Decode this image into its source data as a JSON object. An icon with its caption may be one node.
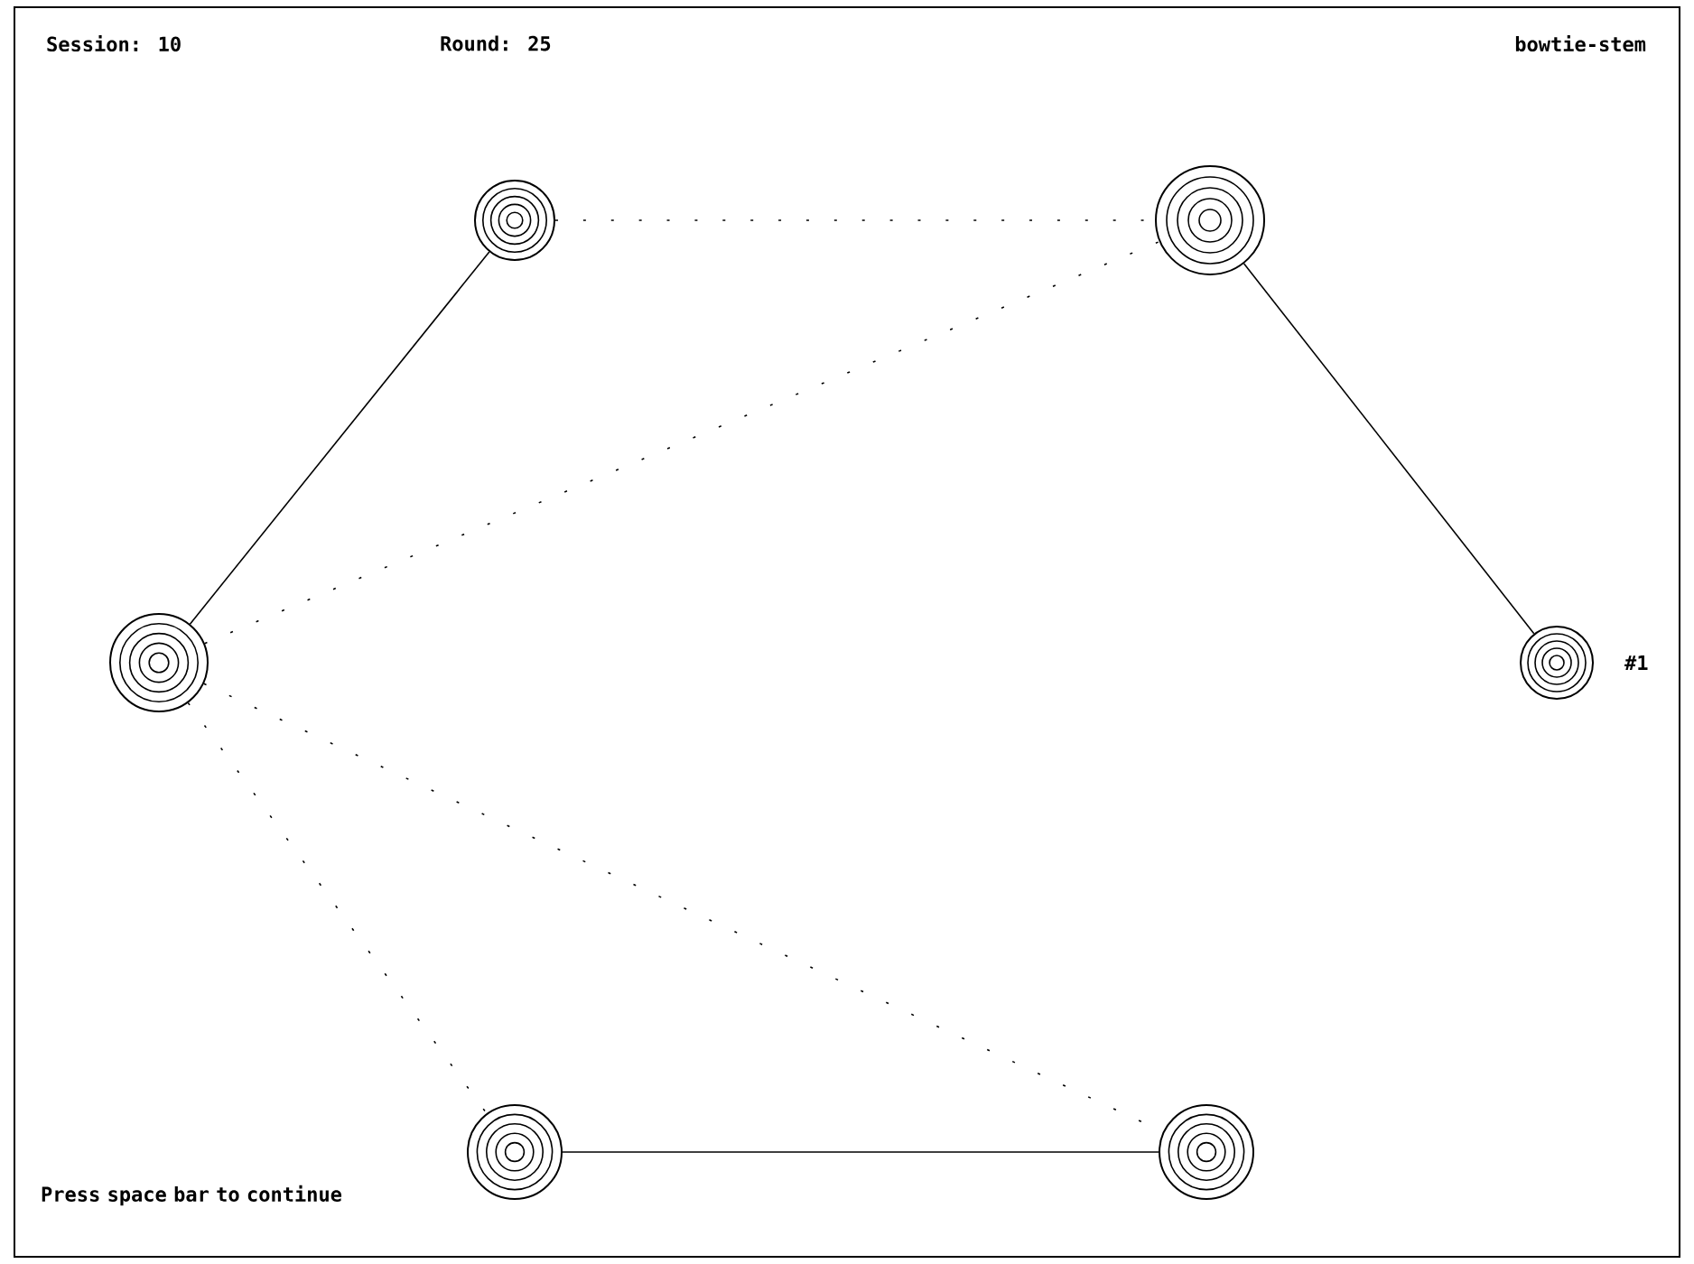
{
  "diagram": {
    "title": "bowtie-stem",
    "nodes": [
      {
        "text": [],
        "shape": "circle"
      },
      {
        "text": [],
        "shape": "circle"
      },
      {
        "text": [],
        "shape": "circle"
      },
      {
        "text": [],
        "shape": "circle",
        "beside": [
          "#1"
        ]
      },
      {
        "text": [],
        "shape": "circle"
      },
      {
        "text": [],
        "shape": "circle"
      }
    ],
    "edges": [
      {
        "from": 0,
        "to": 1,
        "arrow": "none",
        "style": "dashed"
      },
      {
        "from": 0,
        "to": 2,
        "arrow": "none"
      },
      {
        "from": 1,
        "to": 3,
        "arrow": "none"
      },
      {
        "from": 2,
        "to": 1,
        "arrow": "none",
        "style": "dashed"
      },
      {
        "from": 2,
        "to": 5,
        "arrow": "none",
        "style": "dashed"
      },
      {
        "from": 2,
        "to": 4,
        "arrow": "none",
        "style": "dashed"
      },
      {
        "from": 4,
        "to": 5,
        "arrow": "none"
      }
    ],
    "labels": [
      "Session: 10",
      "Round: 25",
      "Press space bar to continue"
    ]
  }
}
